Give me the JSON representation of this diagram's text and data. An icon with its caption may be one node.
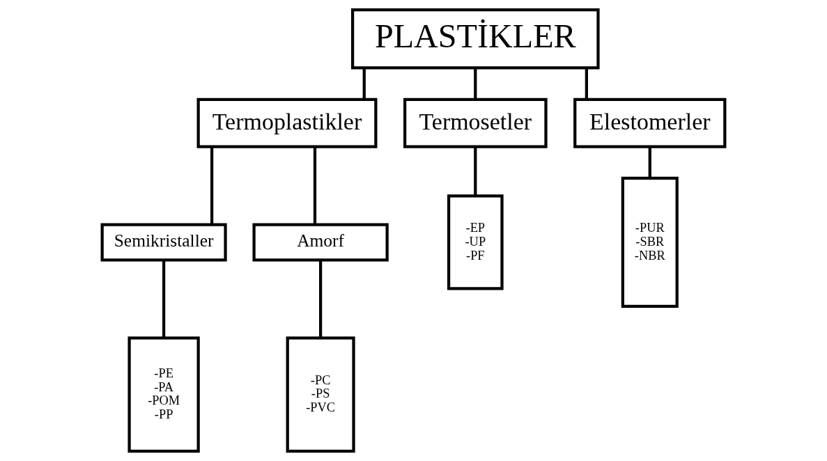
{
  "diagram": {
    "nodes": [
      {
        "text": [
          "PLASTİKLER"
        ]
      },
      {
        "text": [
          "Termoplastikler"
        ]
      },
      {
        "text": [
          "Termosetler"
        ]
      },
      {
        "text": [
          "Elestomerler"
        ]
      },
      {
        "text": [
          "Semikristaller"
        ]
      },
      {
        "text": [
          "Amorf"
        ]
      },
      {
        "text": [
          "-PE",
          "-PA",
          "-POM",
          "-PP"
        ]
      },
      {
        "text": [
          "-PC",
          "-PS",
          "-PVC"
        ]
      },
      {
        "text": [
          "-EP",
          "-UP",
          "-PF"
        ]
      },
      {
        "text": [
          "-PUR",
          "-SBR",
          "-NBR"
        ]
      }
    ],
    "edges": [
      {
        "from": 0,
        "to": 1,
        "arrow": "none"
      },
      {
        "from": 0,
        "to": 2,
        "arrow": "none"
      },
      {
        "from": 0,
        "to": 3,
        "arrow": "none"
      },
      {
        "from": 1,
        "to": 4,
        "arrow": "none"
      },
      {
        "from": 1,
        "to": 5,
        "arrow": "none"
      },
      {
        "from": 4,
        "to": 6,
        "arrow": "none"
      },
      {
        "from": 5,
        "to": 7,
        "arrow": "none"
      },
      {
        "from": 2,
        "to": 8,
        "arrow": "none"
      },
      {
        "from": 3,
        "to": 9,
        "arrow": "none"
      }
    ]
  }
}
